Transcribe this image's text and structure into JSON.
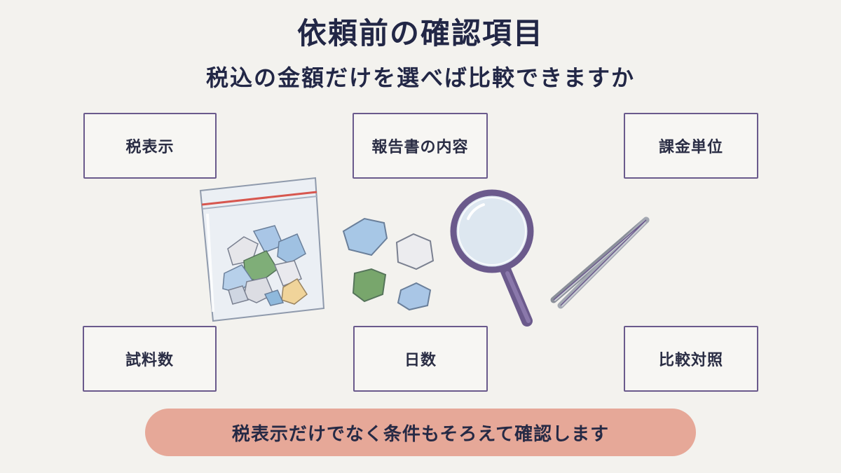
{
  "header": {
    "title": "依頼前の確認項目",
    "subtitle": "税込の金額だけを選べば比較できますか"
  },
  "boxes": {
    "tax_display": "税表示",
    "report_content": "報告書の内容",
    "billing_unit": "課金単位",
    "sample_count": "試料数",
    "days": "日数",
    "comparison": "比較対照"
  },
  "banner": {
    "text": "税表示だけでなく条件もそろえて確認します"
  },
  "colors": {
    "background": "#f3f2ee",
    "box_border": "#6a5a8c",
    "banner": "#e6a898",
    "text": "#262a45"
  },
  "icons": [
    "sample-bag-icon",
    "fragment-icon",
    "magnifying-glass-icon",
    "tweezers-icon"
  ]
}
